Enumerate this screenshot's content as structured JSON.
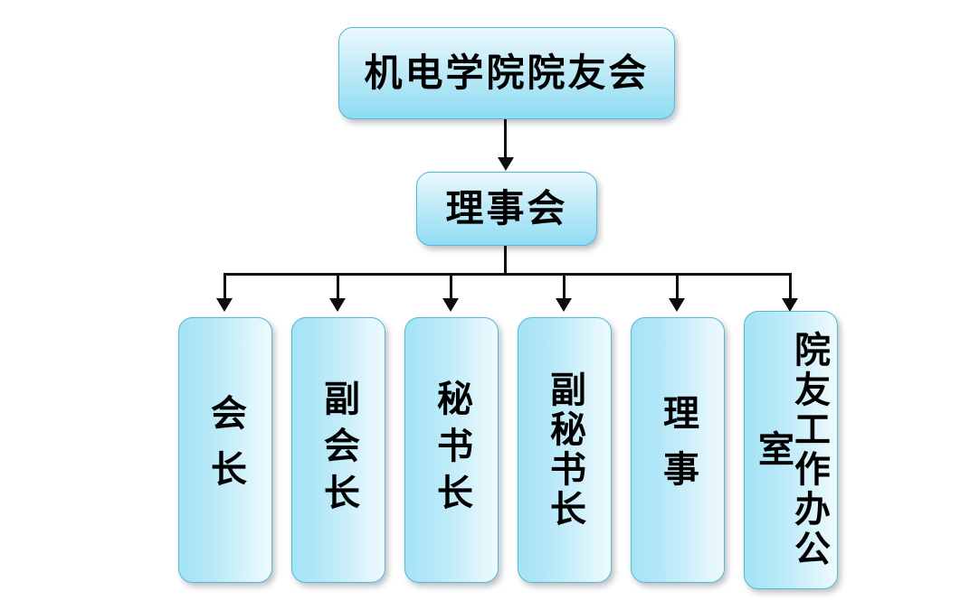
{
  "diagram": {
    "title_text": "机电学院院友会",
    "type": "organization-chart",
    "accent_border_color": "#54b8d6",
    "connector_color": "#0d0d0d",
    "background_color": "#ffffff",
    "levels": [
      {
        "level": 1,
        "nodes": [
          {
            "id": "root",
            "label": "机电学院院友会",
            "orientation": "horizontal"
          }
        ]
      },
      {
        "level": 2,
        "nodes": [
          {
            "id": "board",
            "label": "理事会",
            "orientation": "horizontal"
          }
        ]
      },
      {
        "level": 3,
        "nodes": [
          {
            "id": "president",
            "label": "会长",
            "orientation": "vertical"
          },
          {
            "id": "vice-president",
            "label": "副会长",
            "orientation": "vertical"
          },
          {
            "id": "secretary-general",
            "label": "秘书长",
            "orientation": "vertical"
          },
          {
            "id": "deputy-secretary-general",
            "label": "副秘书长",
            "orientation": "vertical"
          },
          {
            "id": "director",
            "label": "理事",
            "orientation": "vertical"
          },
          {
            "id": "alumni-office",
            "label": "院友工作办公室",
            "orientation": "vertical"
          }
        ]
      }
    ]
  }
}
